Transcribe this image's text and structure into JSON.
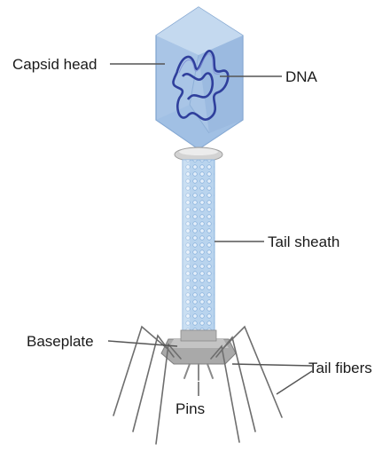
{
  "labels": {
    "capsid_head": "Capsid head",
    "dna": "DNA",
    "tail_sheath": "Tail sheath",
    "baseplate": "Baseplate",
    "tail_fibers": "Tail fibers",
    "pins": "Pins"
  },
  "colors": {
    "capsid_fill": "#a9c5e6",
    "capsid_face_light": "#c6daf0",
    "capsid_face_dark": "#8fb1da",
    "dna": "#2f3f9c",
    "sheath": "#b9d4ee",
    "sheath_ring": "#8db4de",
    "collar": "#d3d3d3",
    "baseplate": "#a9a9a9",
    "fibers": "#6e6e6e"
  }
}
